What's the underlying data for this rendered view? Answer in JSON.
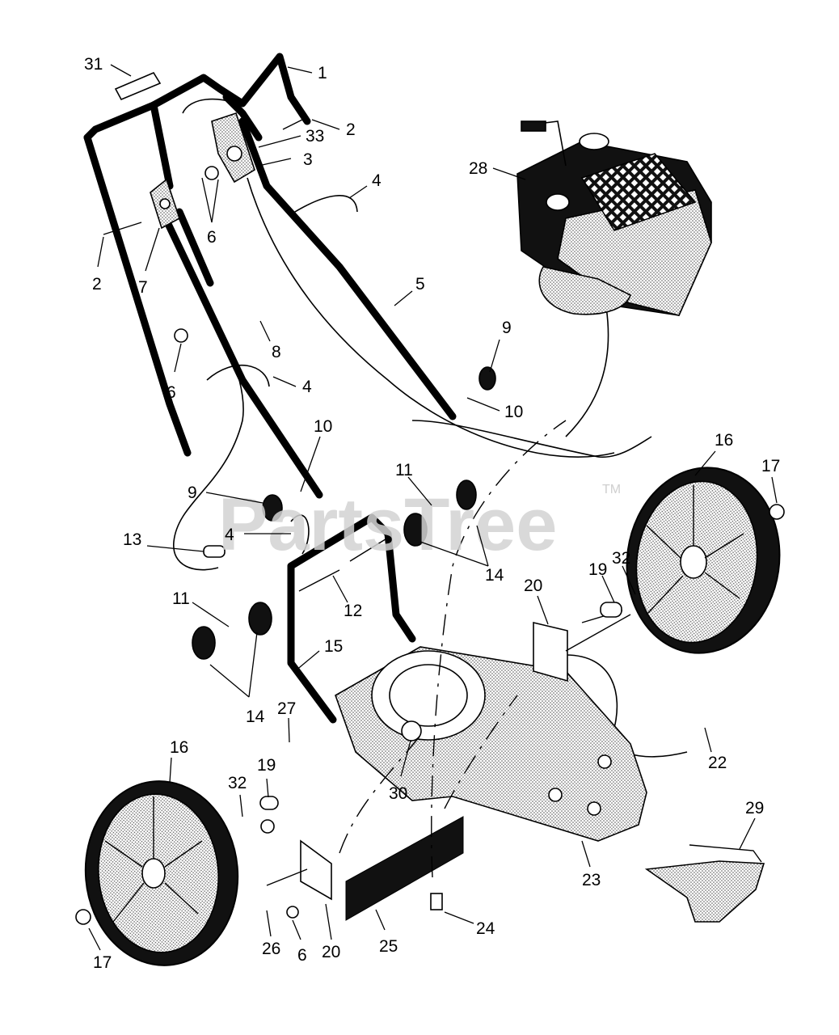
{
  "watermark": {
    "text": "PartsTree",
    "trademark": "TM"
  },
  "callouts": [
    {
      "id": "c31",
      "label": "31"
    },
    {
      "id": "c1",
      "label": "1"
    },
    {
      "id": "c2a",
      "label": "2"
    },
    {
      "id": "c33",
      "label": "33"
    },
    {
      "id": "c3",
      "label": "3"
    },
    {
      "id": "c28",
      "label": "28"
    },
    {
      "id": "c4a",
      "label": "4"
    },
    {
      "id": "c6a",
      "label": "6"
    },
    {
      "id": "c2b",
      "label": "2"
    },
    {
      "id": "c7",
      "label": "7"
    },
    {
      "id": "c5",
      "label": "5"
    },
    {
      "id": "c9a",
      "label": "9"
    },
    {
      "id": "c8",
      "label": "8"
    },
    {
      "id": "c6b",
      "label": "6"
    },
    {
      "id": "c4b",
      "label": "4"
    },
    {
      "id": "c10a",
      "label": "10"
    },
    {
      "id": "c10b",
      "label": "10"
    },
    {
      "id": "c16a",
      "label": "16"
    },
    {
      "id": "c17a",
      "label": "17"
    },
    {
      "id": "c11a",
      "label": "11"
    },
    {
      "id": "c9b",
      "label": "9"
    },
    {
      "id": "c13",
      "label": "13"
    },
    {
      "id": "c4c",
      "label": "4"
    },
    {
      "id": "c14a",
      "label": "14"
    },
    {
      "id": "c32a",
      "label": "32"
    },
    {
      "id": "c19a",
      "label": "19"
    },
    {
      "id": "c20a",
      "label": "20"
    },
    {
      "id": "c11b",
      "label": "11"
    },
    {
      "id": "c12",
      "label": "12"
    },
    {
      "id": "c15",
      "label": "15"
    },
    {
      "id": "c14b",
      "label": "14"
    },
    {
      "id": "c27",
      "label": "27"
    },
    {
      "id": "c16b",
      "label": "16"
    },
    {
      "id": "c32b",
      "label": "32"
    },
    {
      "id": "c19b",
      "label": "19"
    },
    {
      "id": "c30",
      "label": "30"
    },
    {
      "id": "c22",
      "label": "22"
    },
    {
      "id": "c29",
      "label": "29"
    },
    {
      "id": "c23",
      "label": "23"
    },
    {
      "id": "c25",
      "label": "25"
    },
    {
      "id": "c24",
      "label": "24"
    },
    {
      "id": "c17b",
      "label": "17"
    },
    {
      "id": "c26",
      "label": "26"
    },
    {
      "id": "c6c",
      "label": "6"
    },
    {
      "id": "c20b",
      "label": "20"
    }
  ]
}
